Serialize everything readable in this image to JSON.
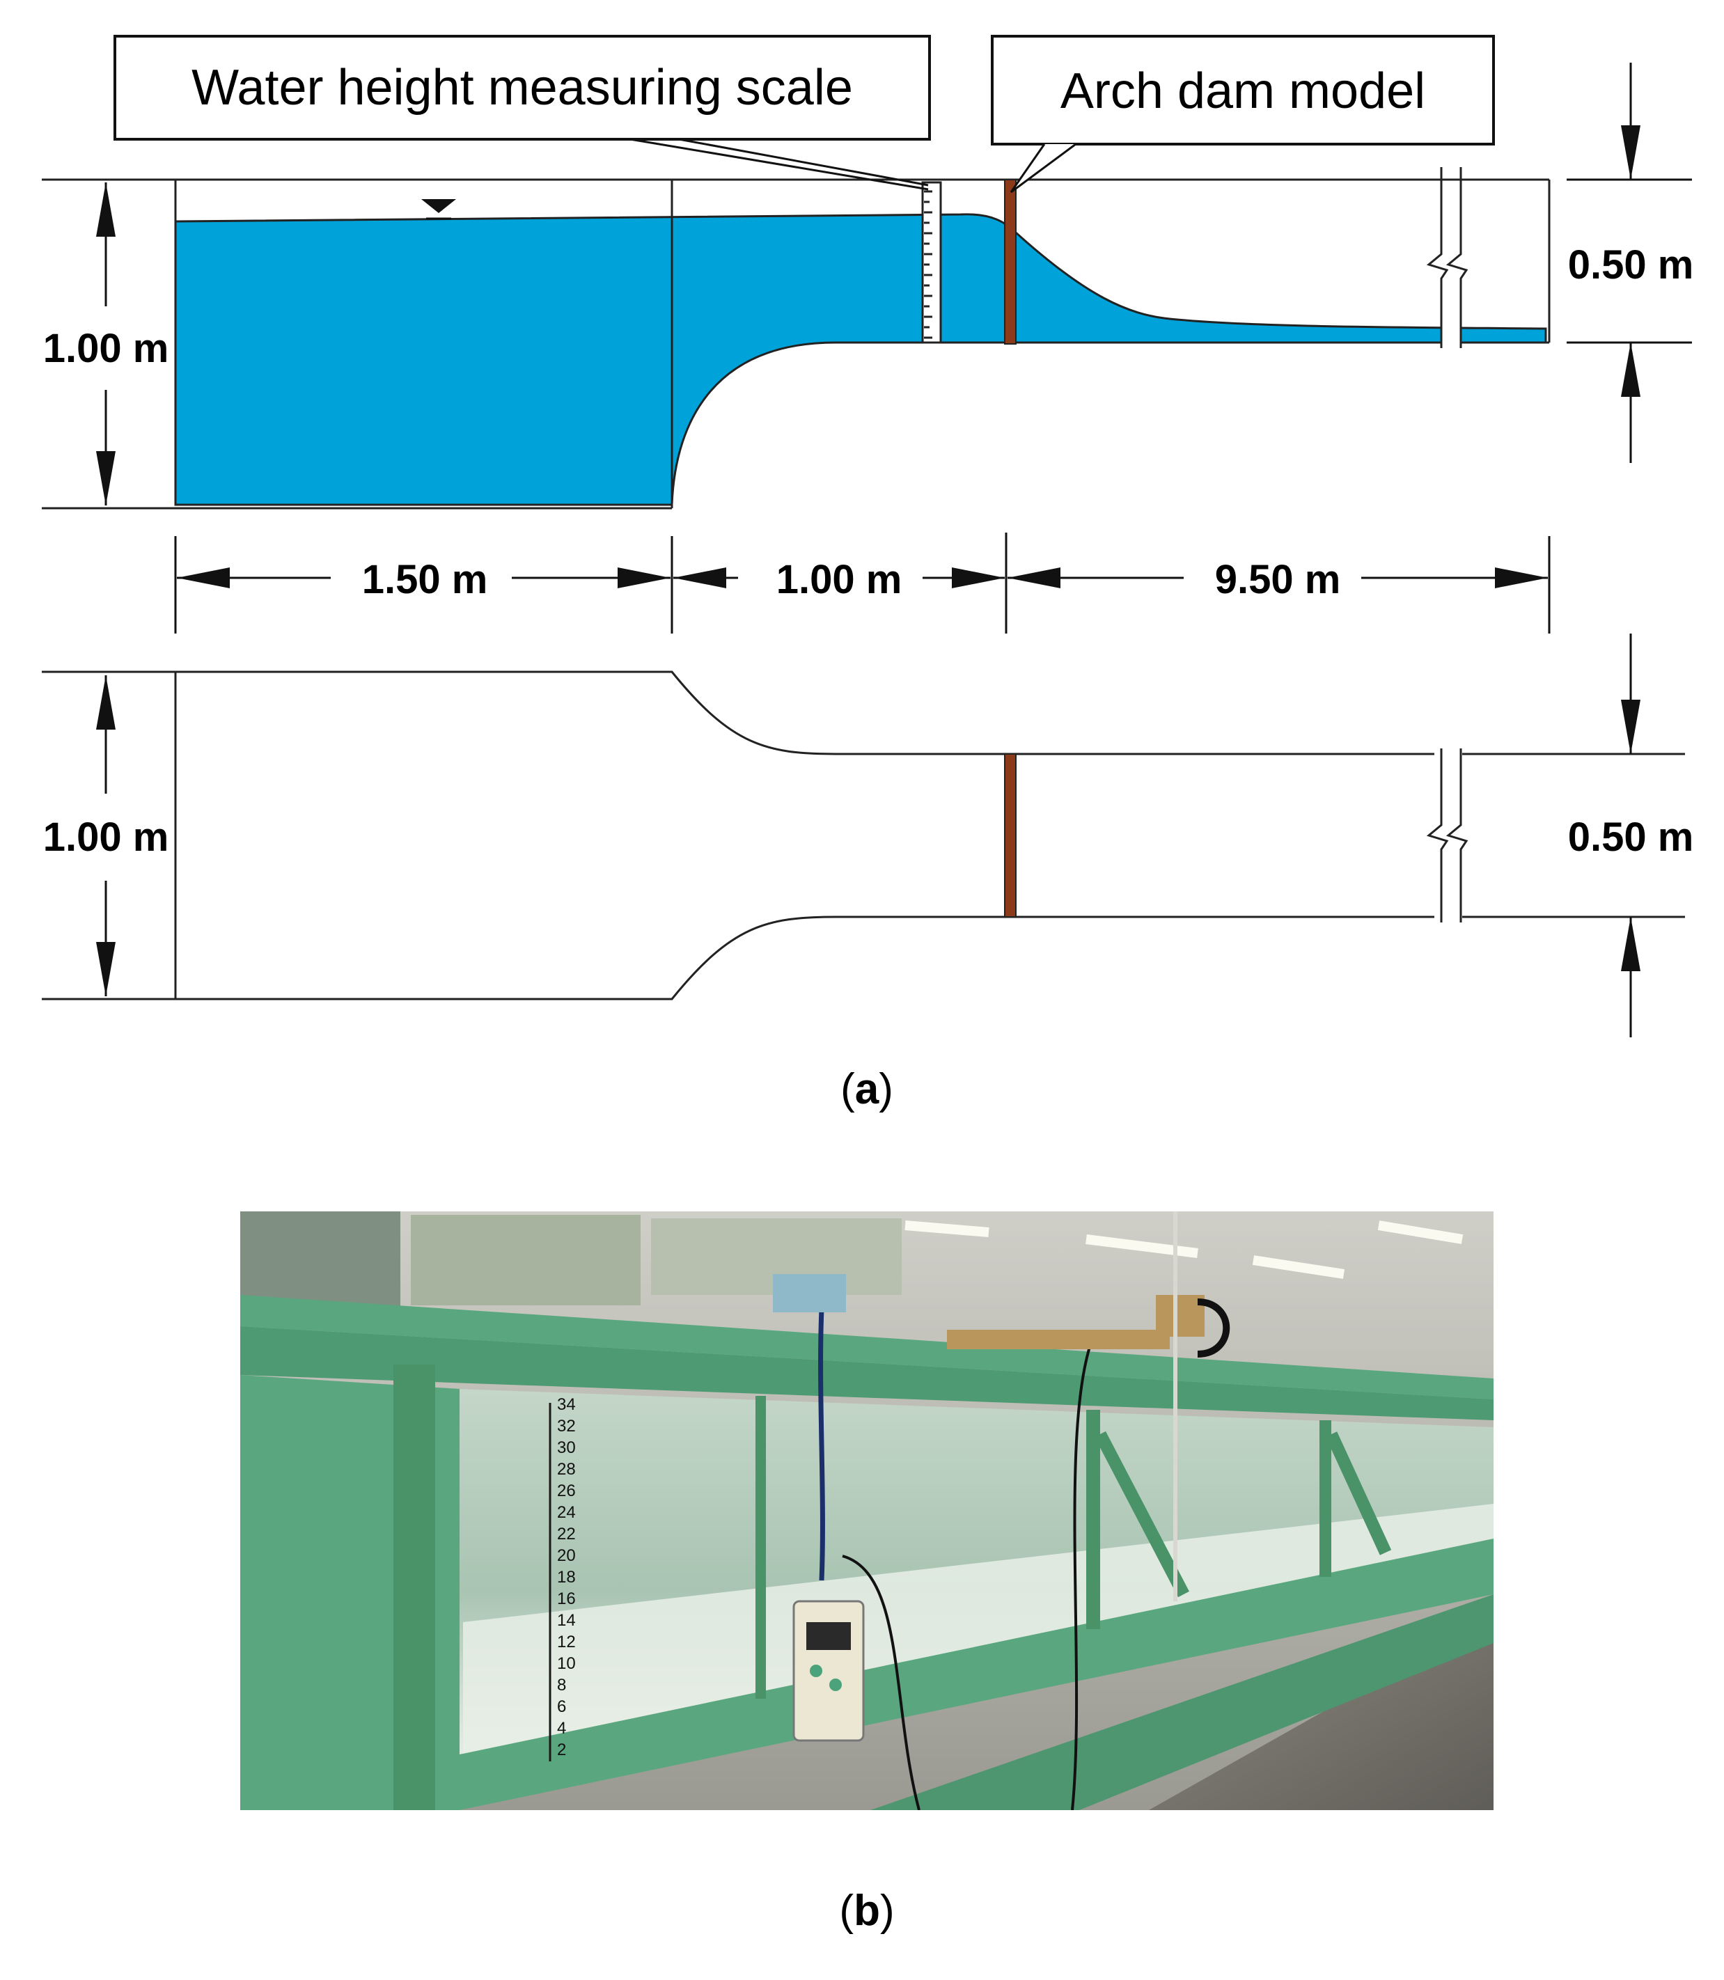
{
  "panel_a": {
    "caption": {
      "open": "(",
      "letter": "a",
      "close": ")"
    },
    "callouts": {
      "scale": "Water height measuring scale",
      "dam": "Arch dam model"
    },
    "dimensions": {
      "upstream_width": "1.00 m",
      "downstream_width_top": "0.50 m",
      "upstream_width_plan": "1.00 m",
      "downstream_width_plan": "0.50 m",
      "reservoir_length": "1.50 m",
      "transition_length": "1.00 m",
      "downstream_length": "9.50 m"
    }
  },
  "panel_b": {
    "caption": {
      "open": "(",
      "letter": "b",
      "close": ")"
    },
    "scale_marks": [
      "34",
      "32",
      "30",
      "28",
      "26",
      "24",
      "22",
      "20",
      "18",
      "16",
      "14",
      "12",
      "10",
      "8",
      "6",
      "4",
      "2"
    ]
  },
  "colors": {
    "water": "#00a3d9",
    "dam": "#8b3a1a",
    "flume_green": "#5aa77f",
    "glass": "#b9cdbd"
  }
}
